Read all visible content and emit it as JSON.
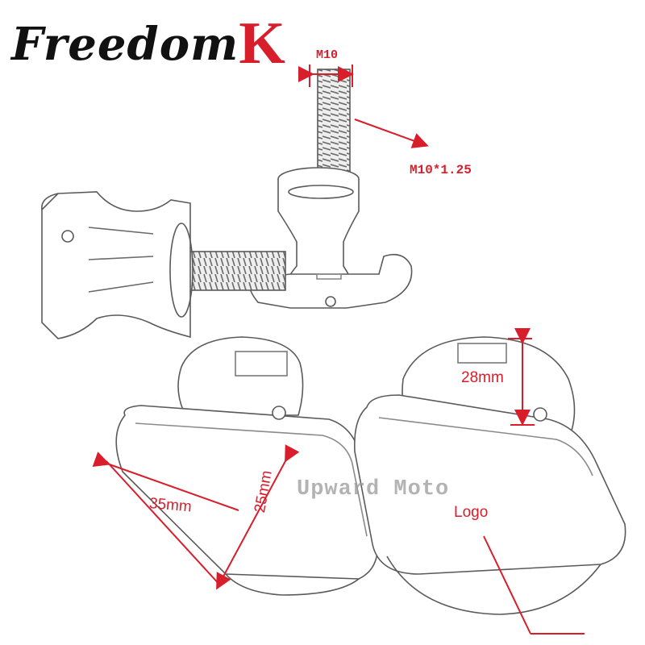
{
  "brand": {
    "script": "Freedom",
    "letter": "K"
  },
  "dimensions": {
    "bolt_diameter": "M10",
    "thread_pitch": "M10*1.25",
    "height": "28mm",
    "length": "35mm",
    "width": "25mm"
  },
  "watermark": "Upward Moto",
  "callout": "Logo",
  "colors": {
    "accent": "#d81e2a",
    "line": "#555555",
    "watermark": "#9a9a9a"
  }
}
